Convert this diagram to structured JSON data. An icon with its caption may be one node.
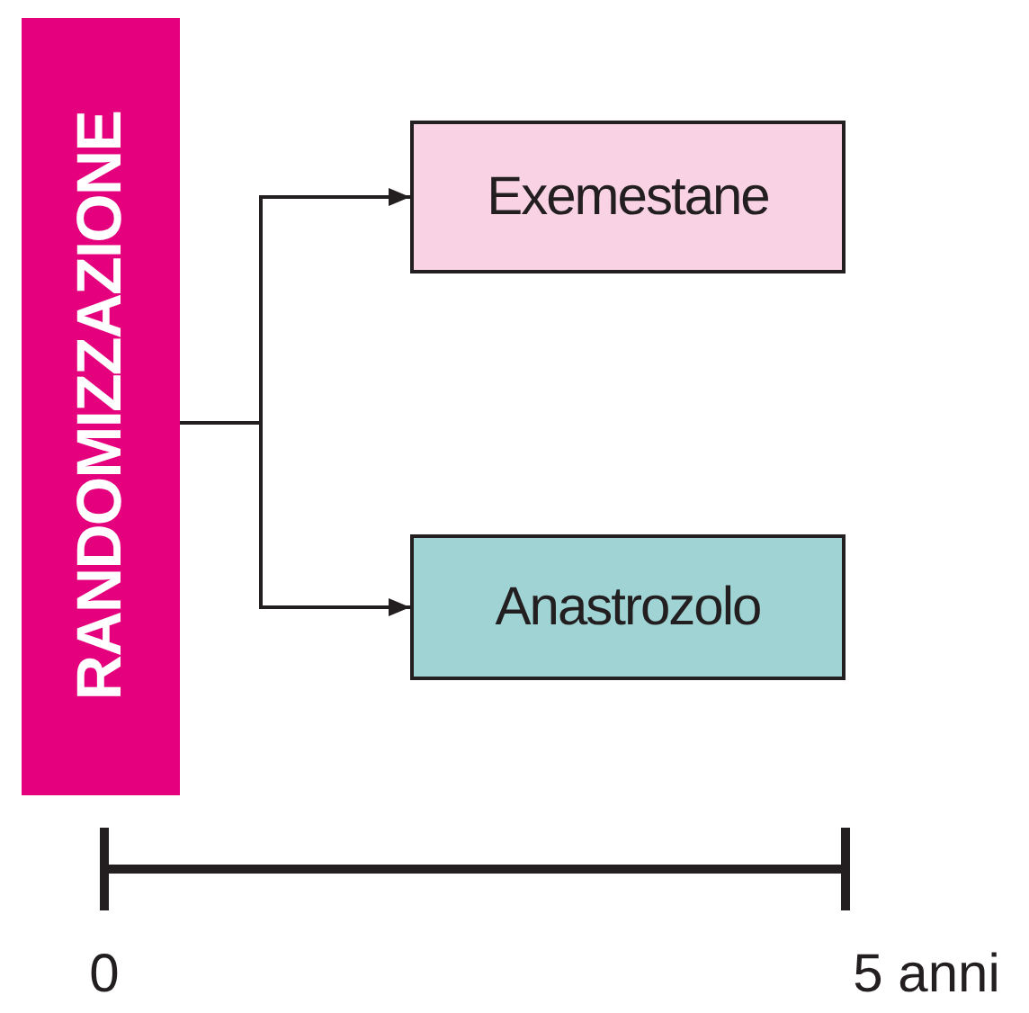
{
  "diagram": {
    "nodes": [
      {
        "text": [
          "RANDOMIZZAZIONE"
        ]
      },
      {
        "text": [
          "Exemestane"
        ]
      },
      {
        "text": [
          "Anastrozolo"
        ]
      }
    ],
    "edges": [
      {
        "from": 0,
        "to": 1,
        "arrow": "to"
      },
      {
        "from": 0,
        "to": 2,
        "arrow": "to"
      }
    ],
    "labels": [
      "0",
      "5 anni"
    ]
  }
}
